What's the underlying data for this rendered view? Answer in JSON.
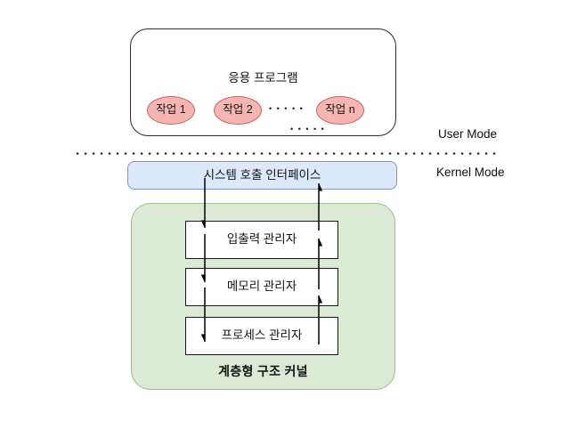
{
  "app_box": {
    "title": "응용 프로그램",
    "tasks": [
      "작업 1",
      "작업 2",
      "작업 n"
    ],
    "mid_ellipsis": "•••••",
    "bottom_ellipsis": "•••••"
  },
  "mode_labels": {
    "user": "User Mode",
    "kernel": "Kernel Mode"
  },
  "syscall_box": {
    "label": "시스템 호출 인터페이스"
  },
  "kernel_box": {
    "managers": [
      "입출력 관리자",
      "메모리 관리자",
      "프로세스 관리자"
    ],
    "label": "계층형 구조 커널"
  },
  "colors": {
    "task_fill": "#f5b6b1",
    "task_stroke": "#c0655f",
    "syscall_fill": "#dce9fb",
    "syscall_stroke": "#8194c4",
    "kernel_fill": "#dbe9d5",
    "kernel_stroke": "#9cbd8d",
    "box_stroke": "#161616",
    "arrow": "#000000"
  }
}
